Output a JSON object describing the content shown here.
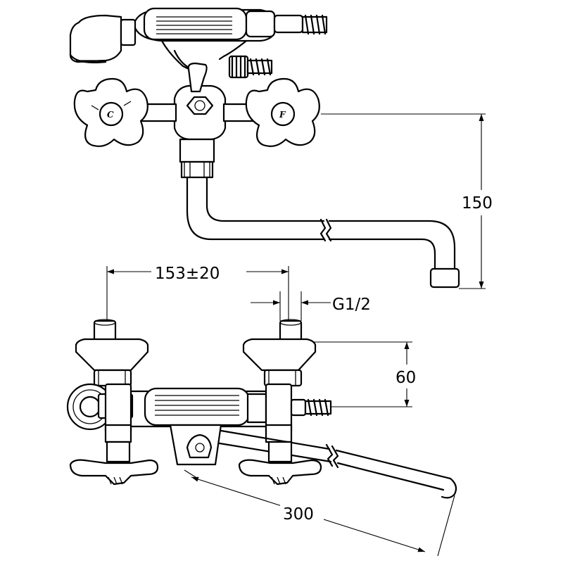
{
  "diagram": {
    "dimensions": {
      "height": "150",
      "spacing": "153±20",
      "thread": "G1/2",
      "inlet_height": "60",
      "spout_length": "300"
    },
    "handle_marks": {
      "cold": "C",
      "hot": "F"
    }
  }
}
